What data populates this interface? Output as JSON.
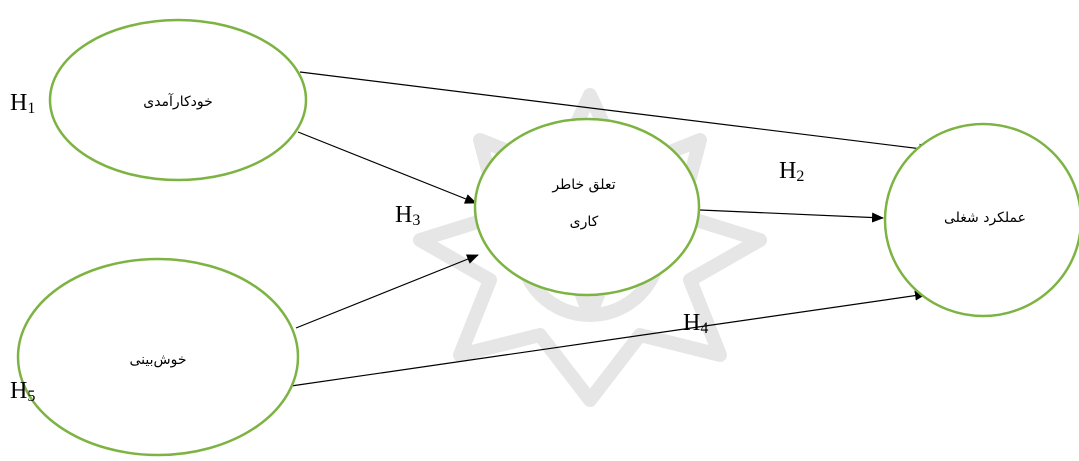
{
  "nodes": {
    "self_efficacy": {
      "label": "خودکارآمدی"
    },
    "optimism": {
      "label": "خوش‌بینی"
    },
    "work_engagement": {
      "label_line1": "تعلق خاطر",
      "label_line2": "کاری"
    },
    "job_performance": {
      "label": "عملکرد شغلی"
    }
  },
  "hypotheses": {
    "h1": {
      "letter": "H",
      "num": "1"
    },
    "h2": {
      "letter": "H",
      "num": "2"
    },
    "h3": {
      "letter": "H",
      "num": "3"
    },
    "h4": {
      "letter": "H",
      "num": "4"
    },
    "h5": {
      "letter": "H",
      "num": "5"
    }
  },
  "colors": {
    "node_border": "#7cb342",
    "edge": "#000000"
  }
}
